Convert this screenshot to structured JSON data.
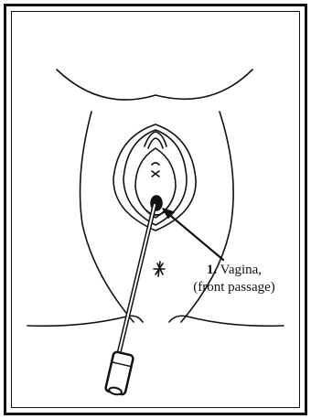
{
  "label_1": {
    "number": "1.",
    "term": "Vagina,",
    "detail": "(front passage)"
  },
  "colors": {
    "ink": "#111111",
    "paper": "#ffffff"
  }
}
